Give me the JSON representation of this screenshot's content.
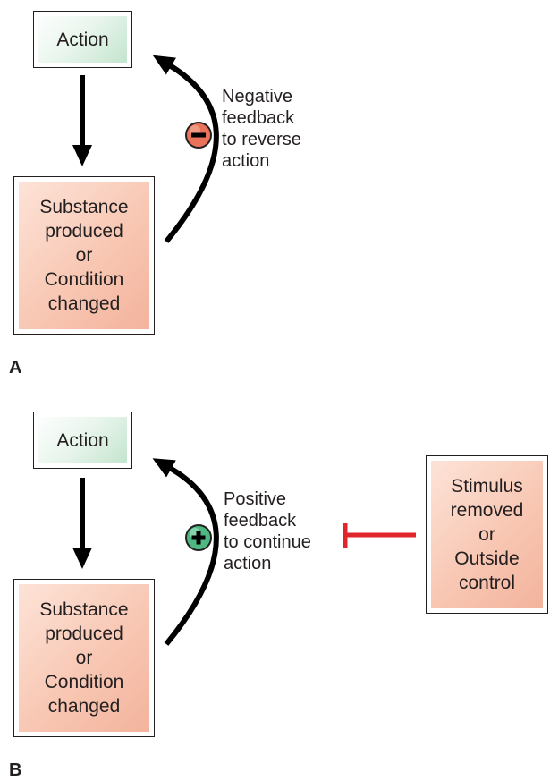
{
  "panels": {
    "a": {
      "label": "A",
      "action_box": "Action",
      "result_box": "Substance\nproduced\nor\nCondition\nchanged",
      "feedback_sign": "−",
      "feedback_text": "Negative\nfeedback\nto reverse\naction"
    },
    "b": {
      "label": "B",
      "action_box": "Action",
      "result_box": "Substance\nproduced\nor\nCondition\nchanged",
      "feedback_sign": "+",
      "feedback_text": "Positive\nfeedback\nto continue\naction",
      "stimulus_box": "Stimulus\nremoved\nor\nOutside\ncontrol"
    }
  },
  "colors": {
    "negative_circle": "#e8735a",
    "positive_circle": "#4fb882",
    "inhibitor_line": "#e0262b",
    "arrow": "#000000"
  }
}
